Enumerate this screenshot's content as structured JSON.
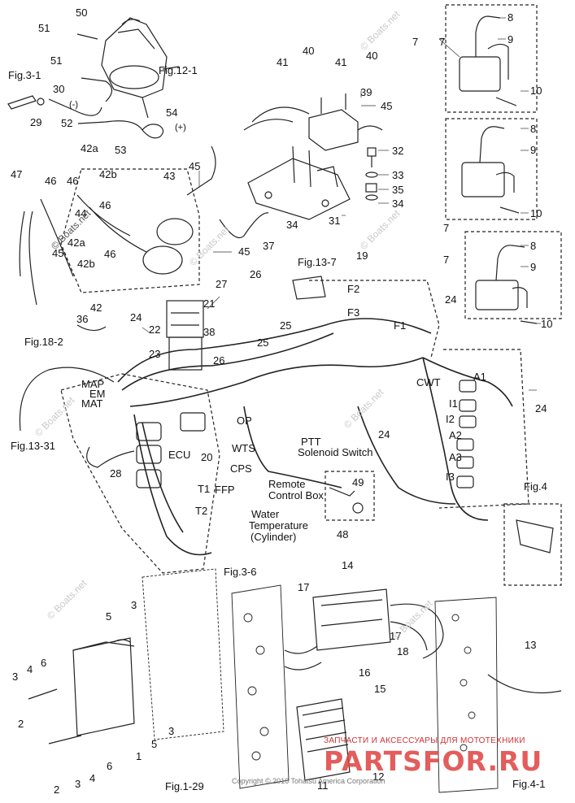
{
  "callouts": {
    "n1": "1",
    "n2": "2",
    "n3": "3",
    "n4": "4",
    "n5": "5",
    "n6": "6",
    "n7": "7",
    "n8": "8",
    "n9": "9",
    "n10": "10",
    "n11": "11",
    "n12": "12",
    "n13": "13",
    "n14": "14",
    "n15": "15",
    "n16": "16",
    "n17": "17",
    "n18": "18",
    "n19": "19",
    "n20": "20",
    "n21": "21",
    "n22": "22",
    "n23": "23",
    "n24": "24",
    "n25": "25",
    "n26": "26",
    "n27": "27",
    "n28": "28",
    "n29": "29",
    "n30": "30",
    "n31": "31",
    "n32": "32",
    "n33": "33",
    "n34": "34",
    "n35": "35",
    "n36": "36",
    "n37": "37",
    "n38": "38",
    "n39": "39",
    "n40": "40",
    "n41": "41",
    "n42": "42",
    "n42a": "42a",
    "n42b": "42b",
    "n43": "43",
    "n44": "44",
    "n45": "45",
    "n46": "46",
    "n47": "47",
    "n48": "48",
    "n49": "49",
    "n50": "50",
    "n51": "51",
    "n52": "52",
    "n53": "53",
    "n54": "54"
  },
  "figure_refs": {
    "fig12_1": "Fig.12-1",
    "fig3_1": "Fig.3-1",
    "fig18_2": "Fig.18-2",
    "fig13_31": "Fig.13-31",
    "fig13_7": "Fig.13-7",
    "fig3_6": "Fig.3-6",
    "fig1_29": "Fig.1-29",
    "fig4": "Fig.4",
    "fig4_1": "Fig.4-1"
  },
  "component_labels": {
    "map": "MAP",
    "em": "EM",
    "mat": "MAT",
    "ecu": "ECU",
    "op": "OP",
    "wts": "WTS",
    "cps": "CPS",
    "ffp": "FFP",
    "t1": "T1",
    "t2": "T2",
    "f1": "F1",
    "f2": "F2",
    "f3": "F3",
    "cwt": "CWT",
    "a1": "A1",
    "a2": "A2",
    "a3": "A3",
    "i1": "I1",
    "i2": "I2",
    "i3": "I3",
    "ptt": "PTT",
    "solenoid": "Solenoid Switch",
    "remote_1": "Remote",
    "remote_2": "Control Box",
    "water_1": "Water",
    "water_2": "Temperature",
    "water_3": "(Cylinder)",
    "minus": "(-)",
    "plus": "(+)"
  },
  "watermarks": {
    "boats_net": "© Boats.net",
    "boats_net_alt": "© Boats.net"
  },
  "branding": {
    "tagline": "ЗАПЧАСТИ И АКСЕССУАРЫ ДЛЯ МОТОТЕХНИКИ",
    "logo": "PARTSFOR.RU",
    "copyright": "Copyright © 2016 Tohatsu America Corporation"
  }
}
